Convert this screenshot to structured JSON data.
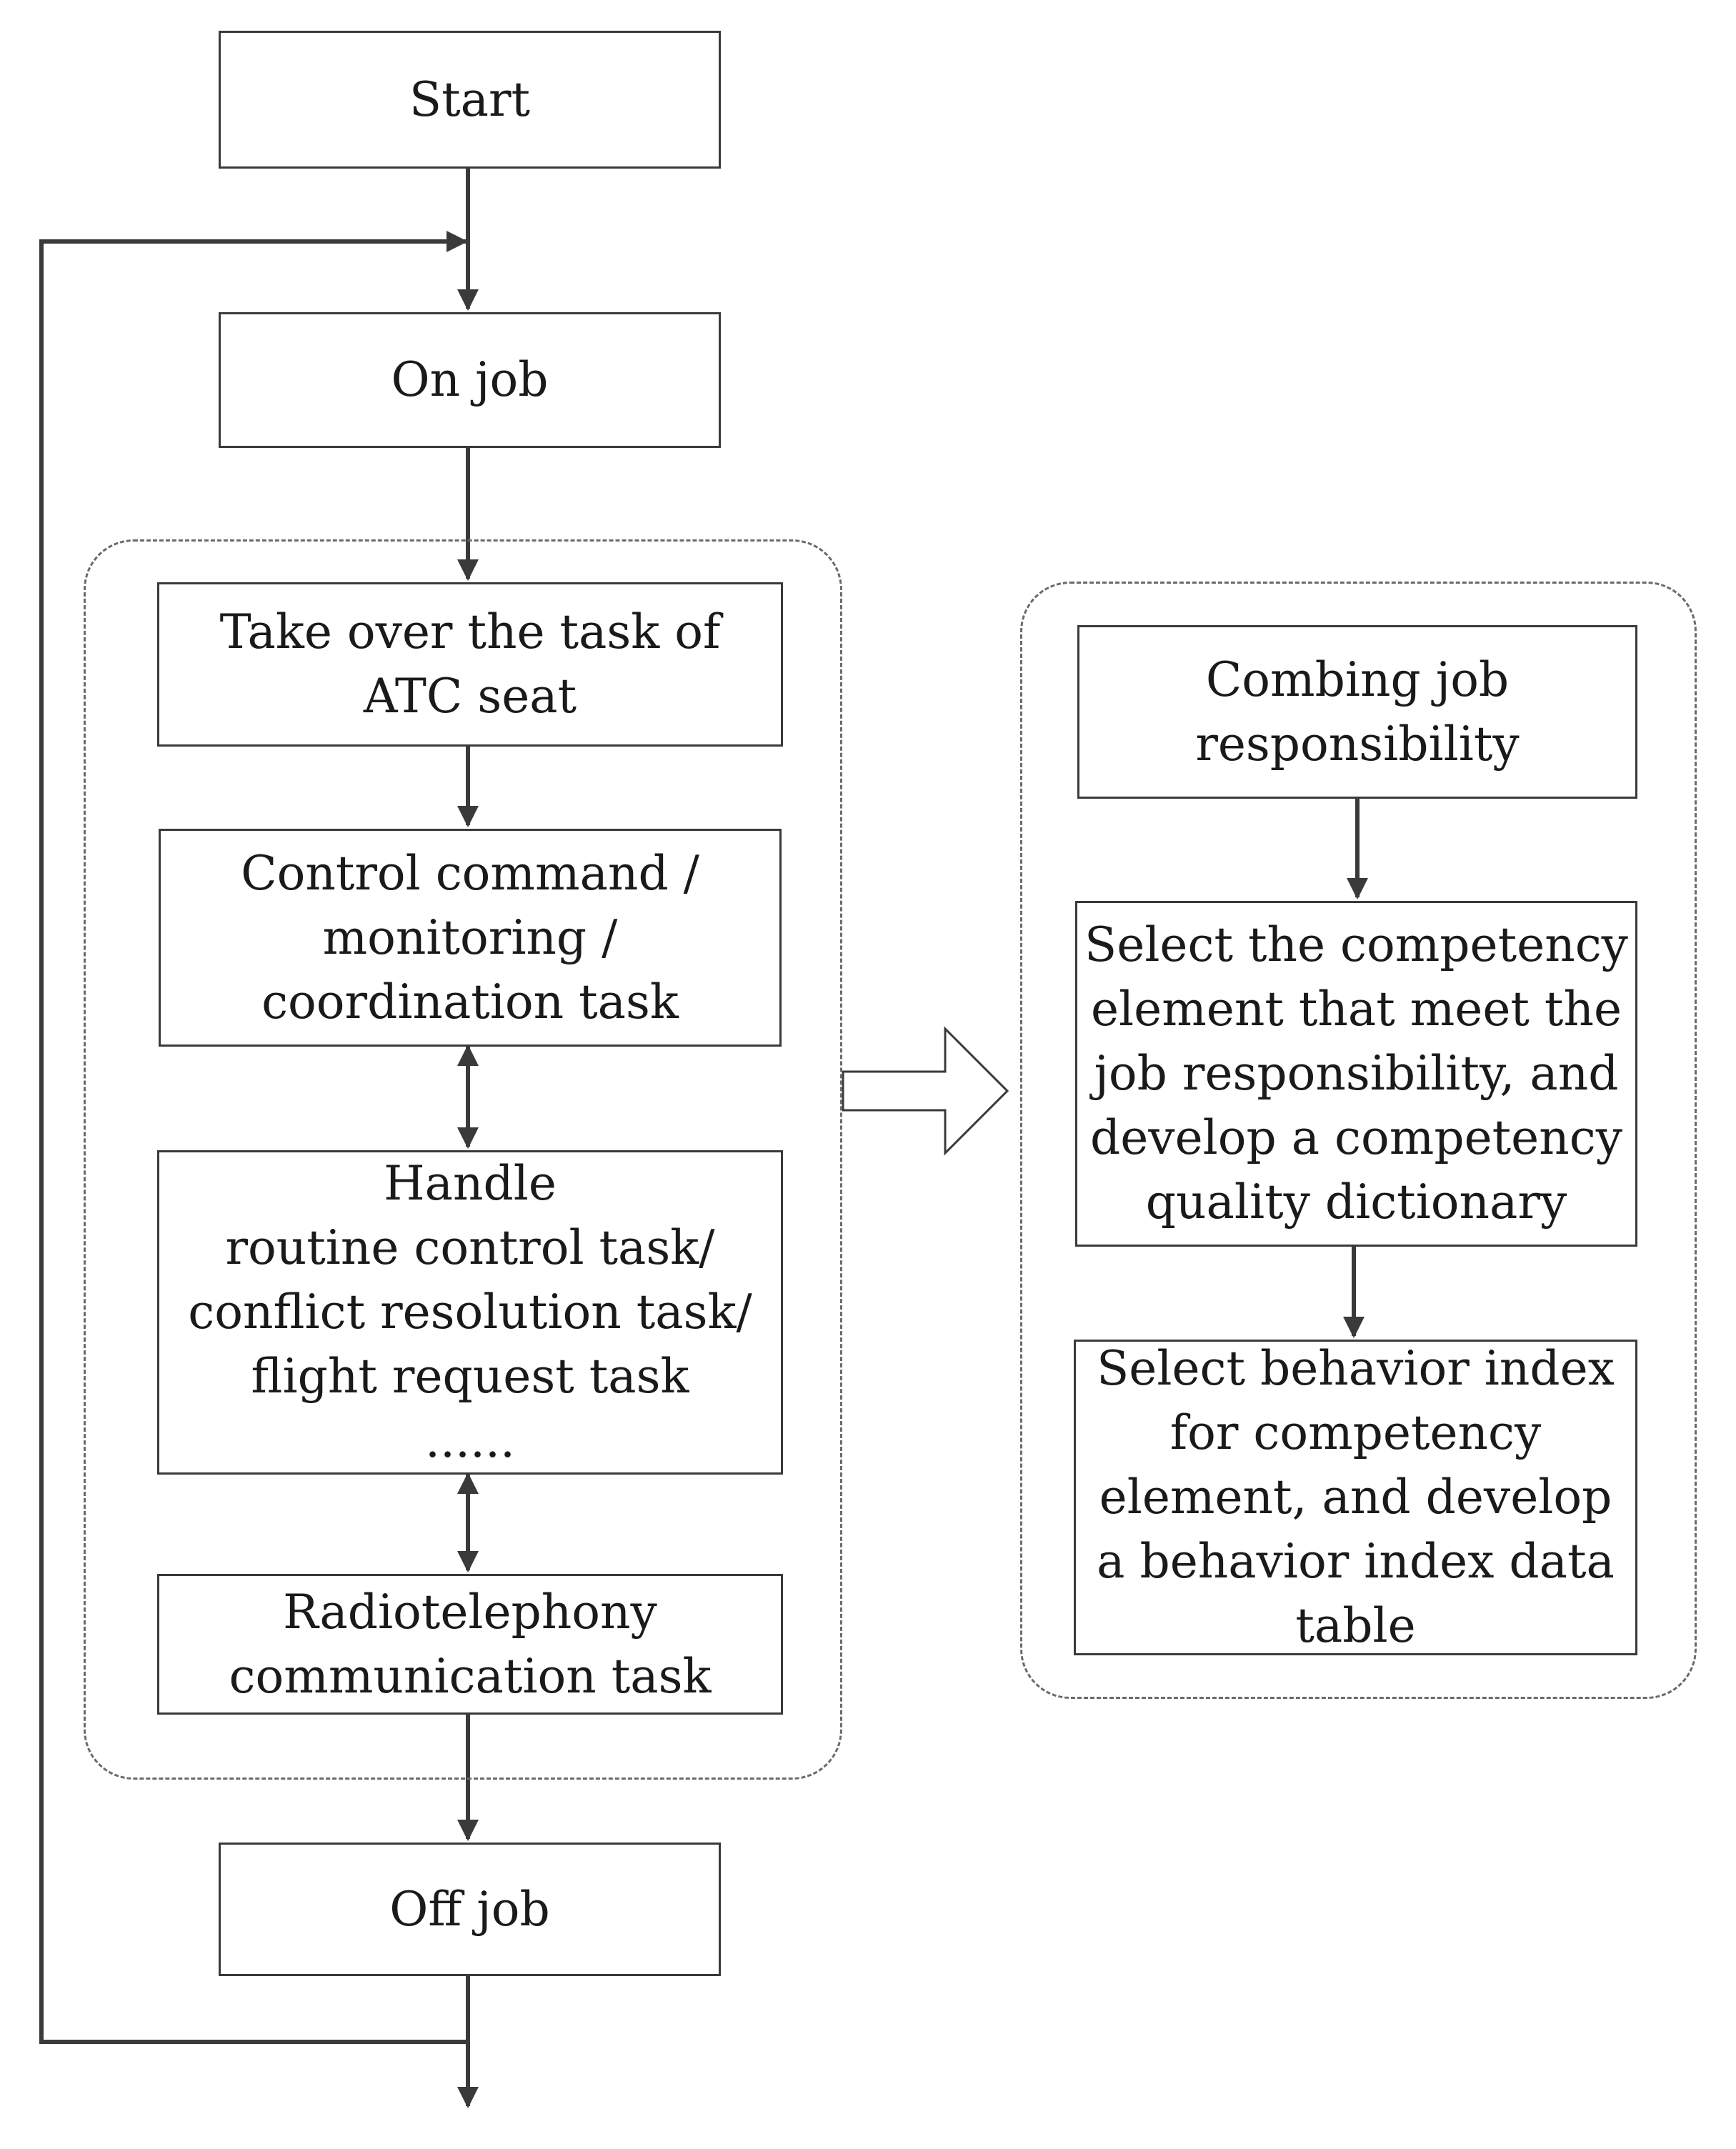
{
  "flow": {
    "start": "Start",
    "on_job": "On job",
    "take_over": "Take over the task of\nATC seat",
    "control_command": "Control command /\nmonitoring /\ncoordination task",
    "handle": "Handle\nroutine control task/\nconflict resolution task/\nflight request task\n......",
    "radiotelephony": "Radiotelephony\ncommunication task",
    "off_job": "Off job"
  },
  "analysis": {
    "combing": "Combing job\nresponsibility",
    "select_competency": "Select the competency\nelement that meet the\njob responsibility, and\ndevelop a competency\nquality dictionary",
    "select_behavior": "Select behavior index\nfor competency\nelement, and develop\na behavior index data\ntable"
  }
}
